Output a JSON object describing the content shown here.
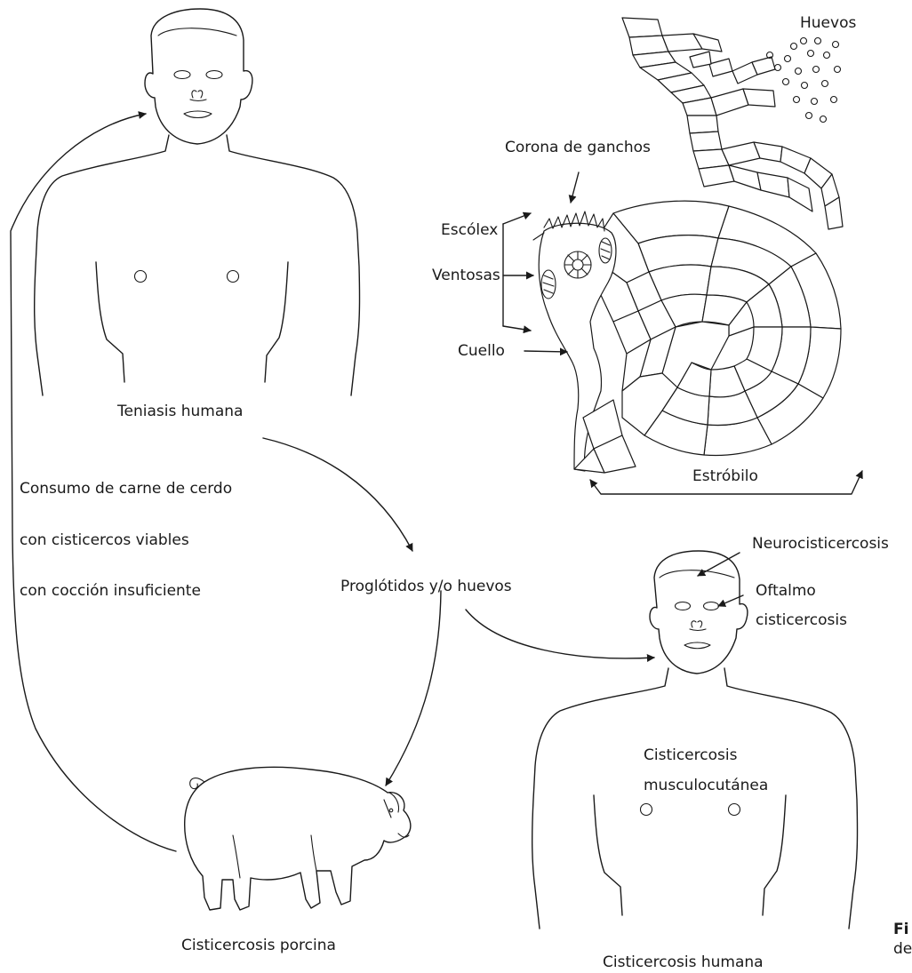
{
  "labels": {
    "huevos": "Huevos",
    "corona": "Corona de ganchos",
    "escolex": "Escólex",
    "ventosas": "Ventosas",
    "cuello": "Cuello",
    "estrobilo": "Estróbilo",
    "teniasis": "Teniasis humana",
    "consumo_1": "Consumo de carne de cerdo",
    "consumo_2": "con cisticercos viables",
    "consumo_3": "con cocción insuficiente",
    "proglotidos": "Proglótidos y/o huevos",
    "neuro": "Neurocisticercosis",
    "oftalmo_1": "Oftalmo",
    "oftalmo_2": "cisticercosis",
    "musculo_1": "Cisticercosis",
    "musculo_2": "musculocutánea",
    "porcina": "Cisticercosis porcina",
    "humana": "Cisticercosis humana",
    "fig_1": "Fi",
    "fig_2": "de"
  }
}
